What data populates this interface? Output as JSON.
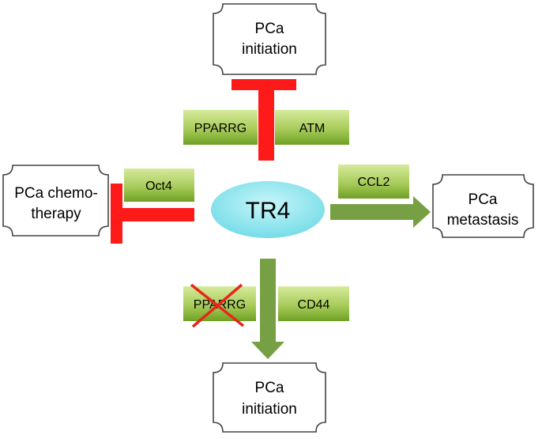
{
  "colors": {
    "inhibit": "#ff1a1a",
    "promote": "#77a044",
    "gene_fill_top": "#c8e08a",
    "gene_fill_bottom": "#74aa2a",
    "tr4_fill": "#8fe8f0",
    "box_stroke": "#444444",
    "box_fill": "#ffffff",
    "cross": "#e8261c"
  },
  "center": {
    "label": "TR4"
  },
  "outcomes": {
    "top": {
      "line1": "PCa",
      "line2": "initiation"
    },
    "left": {
      "line1": "PCa chemo-",
      "line2": "therapy"
    },
    "right": {
      "line1": "PCa",
      "line2": "metastasis"
    },
    "bottom": {
      "line1": "PCa",
      "line2": "initiation"
    }
  },
  "genes": {
    "top_left": "PPARRG",
    "top_right": "ATM",
    "left": "Oct4",
    "right": "CCL2",
    "bottom_left": "PPARRG",
    "bottom_right": "CD44"
  },
  "links": [
    {
      "from": "TR4",
      "to": "PCa initiation (top)",
      "effect": "inhibition",
      "via": [
        "PPARRG",
        "ATM"
      ]
    },
    {
      "from": "TR4",
      "to": "PCa chemotherapy",
      "effect": "inhibition",
      "via": [
        "Oct4"
      ]
    },
    {
      "from": "TR4",
      "to": "PCa metastasis",
      "effect": "promotion",
      "via": [
        "CCL2"
      ]
    },
    {
      "from": "TR4",
      "to": "PCa initiation (bottom)",
      "effect": "promotion",
      "via": [
        "PPARRG (crossed out)",
        "CD44"
      ]
    }
  ]
}
